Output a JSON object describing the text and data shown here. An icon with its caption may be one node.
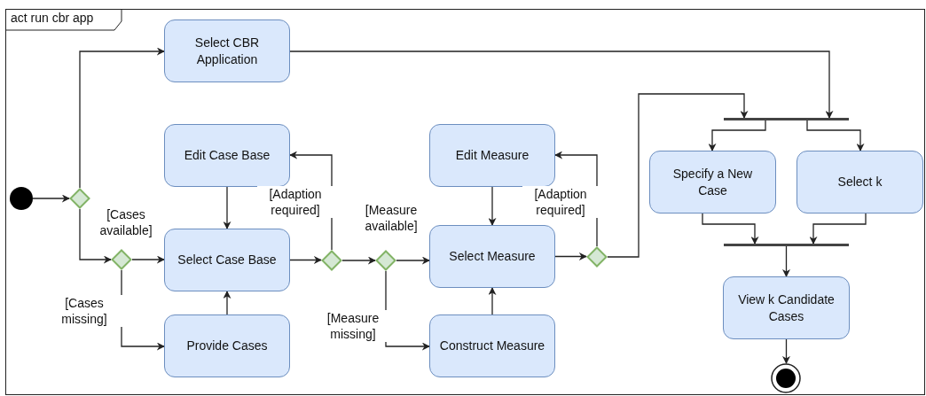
{
  "diagram": {
    "nodes": [
      {
        "text": [
          "act run cbr app"
        ]
      },
      {
        "text": [],
        "shape": "circle",
        "in": 0
      },
      {
        "text": [],
        "shape": "diamond",
        "in": 0
      },
      {
        "text": [
          "Select CBR Application"
        ],
        "in": 0
      },
      {
        "text": [
          "Edit Case Base"
        ],
        "in": 0
      },
      {
        "text": [],
        "shape": "diamond",
        "in": 0
      },
      {
        "text": [
          "Select Case Base"
        ],
        "in": 0
      },
      {
        "text": [
          "Provide Cases"
        ],
        "in": 0
      },
      {
        "text": [],
        "shape": "diamond",
        "in": 0
      },
      {
        "text": [],
        "shape": "diamond",
        "in": 0
      },
      {
        "text": [
          "Edit Measure"
        ],
        "in": 0
      },
      {
        "text": [
          "Select Measure"
        ],
        "in": 0
      },
      {
        "text": [
          "Construct Measure"
        ],
        "in": 0
      },
      {
        "text": [],
        "shape": "diamond",
        "in": 0
      },
      {
        "text": [],
        "shape": "bar",
        "in": 0
      },
      {
        "text": [
          "Specify a New Case"
        ],
        "in": 0
      },
      {
        "text": [
          "Select k"
        ],
        "in": 0
      },
      {
        "text": [],
        "shape": "bar",
        "in": 0
      },
      {
        "text": [
          "View k Candidate Cases"
        ],
        "in": 0
      },
      {
        "text": [],
        "shape": "circle",
        "in": 0
      }
    ],
    "edges": [
      {
        "from": 1,
        "to": 2,
        "arrow": "to"
      },
      {
        "from": 2,
        "to": 3,
        "arrow": "to"
      },
      {
        "from": 2,
        "to": 5,
        "arrow": "to"
      },
      {
        "from": 5,
        "to": 6,
        "arrow": "to",
        "label": "[Cases available]"
      },
      {
        "from": 5,
        "to": 7,
        "arrow": "to",
        "label": "[Cases missing]"
      },
      {
        "from": 4,
        "to": 6,
        "arrow": "to"
      },
      {
        "from": 7,
        "to": 6,
        "arrow": "to"
      },
      {
        "from": 6,
        "to": 8,
        "arrow": "to"
      },
      {
        "from": 8,
        "to": 4,
        "arrow": "to",
        "label": "[Adaption required]"
      },
      {
        "from": 8,
        "to": 9,
        "arrow": "to"
      },
      {
        "from": 9,
        "to": 11,
        "arrow": "to",
        "label": "[Measure available]"
      },
      {
        "from": 9,
        "to": 12,
        "arrow": "to",
        "label": "[Measure missing]"
      },
      {
        "from": 10,
        "to": 11,
        "arrow": "to"
      },
      {
        "from": 12,
        "to": 11,
        "arrow": "to"
      },
      {
        "from": 11,
        "to": 13,
        "arrow": "to"
      },
      {
        "from": 13,
        "to": 10,
        "arrow": "to",
        "label": "[Adaption required]"
      },
      {
        "from": 13,
        "to": 14,
        "arrow": "to"
      },
      {
        "from": 3,
        "to": 14,
        "arrow": "to"
      },
      {
        "from": 14,
        "to": 15,
        "arrow": "to"
      },
      {
        "from": 14,
        "to": 16,
        "arrow": "to"
      },
      {
        "from": 15,
        "to": 17,
        "arrow": "to"
      },
      {
        "from": 16,
        "to": 17,
        "arrow": "to"
      },
      {
        "from": 17,
        "to": 18,
        "arrow": "to"
      },
      {
        "from": 18,
        "to": 19,
        "arrow": "to"
      }
    ]
  }
}
